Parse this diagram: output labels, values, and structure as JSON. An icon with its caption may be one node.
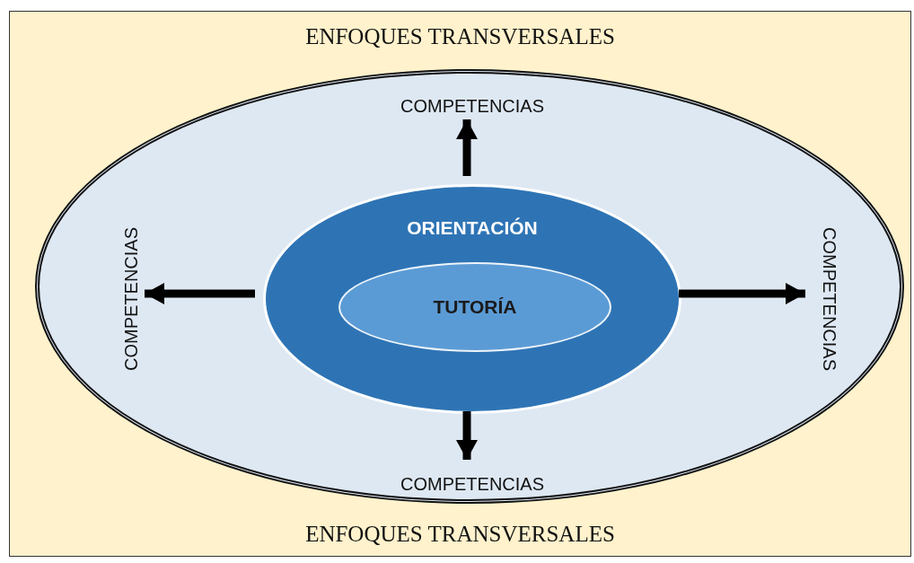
{
  "diagram": {
    "nodes": [
      {
        "text": [
          "ENFOQUES TRANSVERSALES",
          "ENFOQUES TRANSVERSALES"
        ]
      },
      {
        "text": [],
        "shape": "ellipse",
        "in": 0
      },
      {
        "text": [
          "ORIENTACIÓN"
        ],
        "in": 1
      },
      {
        "text": [
          "TUTORÍA"
        ],
        "in": 2
      },
      {
        "text": [
          "COMPETENCIAS"
        ],
        "in": 1
      },
      {
        "text": [
          "COMPETENCIAS"
        ],
        "in": 1
      },
      {
        "text": [
          "COMPETENCIAS"
        ],
        "in": 1
      },
      {
        "text": [
          "COMPETENCIAS"
        ],
        "in": 1
      }
    ],
    "edges": [
      {
        "from": 2,
        "to": 4,
        "arrow": "to"
      },
      {
        "from": 2,
        "to": 5,
        "arrow": "to"
      },
      {
        "from": 2,
        "to": 6,
        "arrow": "to"
      },
      {
        "from": 2,
        "to": 7,
        "arrow": "to"
      }
    ]
  }
}
